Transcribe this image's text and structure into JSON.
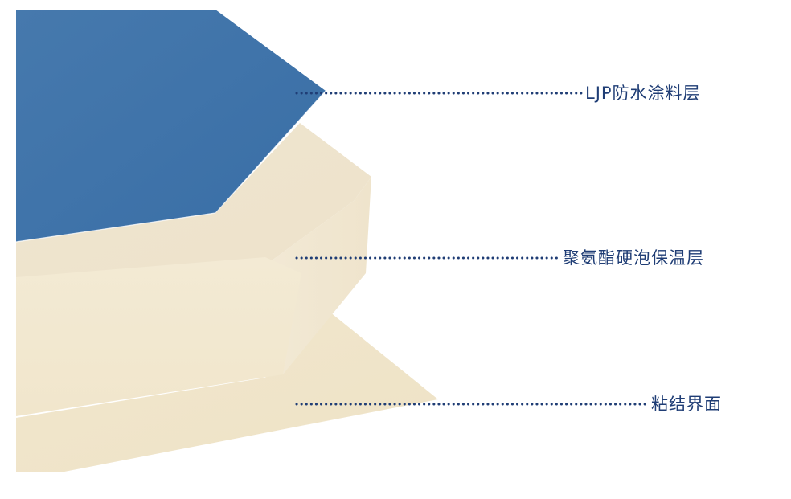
{
  "diagram": {
    "type": "layer-structure",
    "colors": {
      "coating_layer": "#3f73a8",
      "foam_layer": "#f0e6cf",
      "interface_layer": "#eee3c8",
      "leader_dots": "#1f3d75",
      "label_text": "#1f3d75"
    },
    "layers": [
      {
        "id": "coating",
        "label": "LJP防水涂料层"
      },
      {
        "id": "foam",
        "label": "聚氨酯硬泡保温层"
      },
      {
        "id": "interface",
        "label": "粘结界面"
      }
    ]
  }
}
